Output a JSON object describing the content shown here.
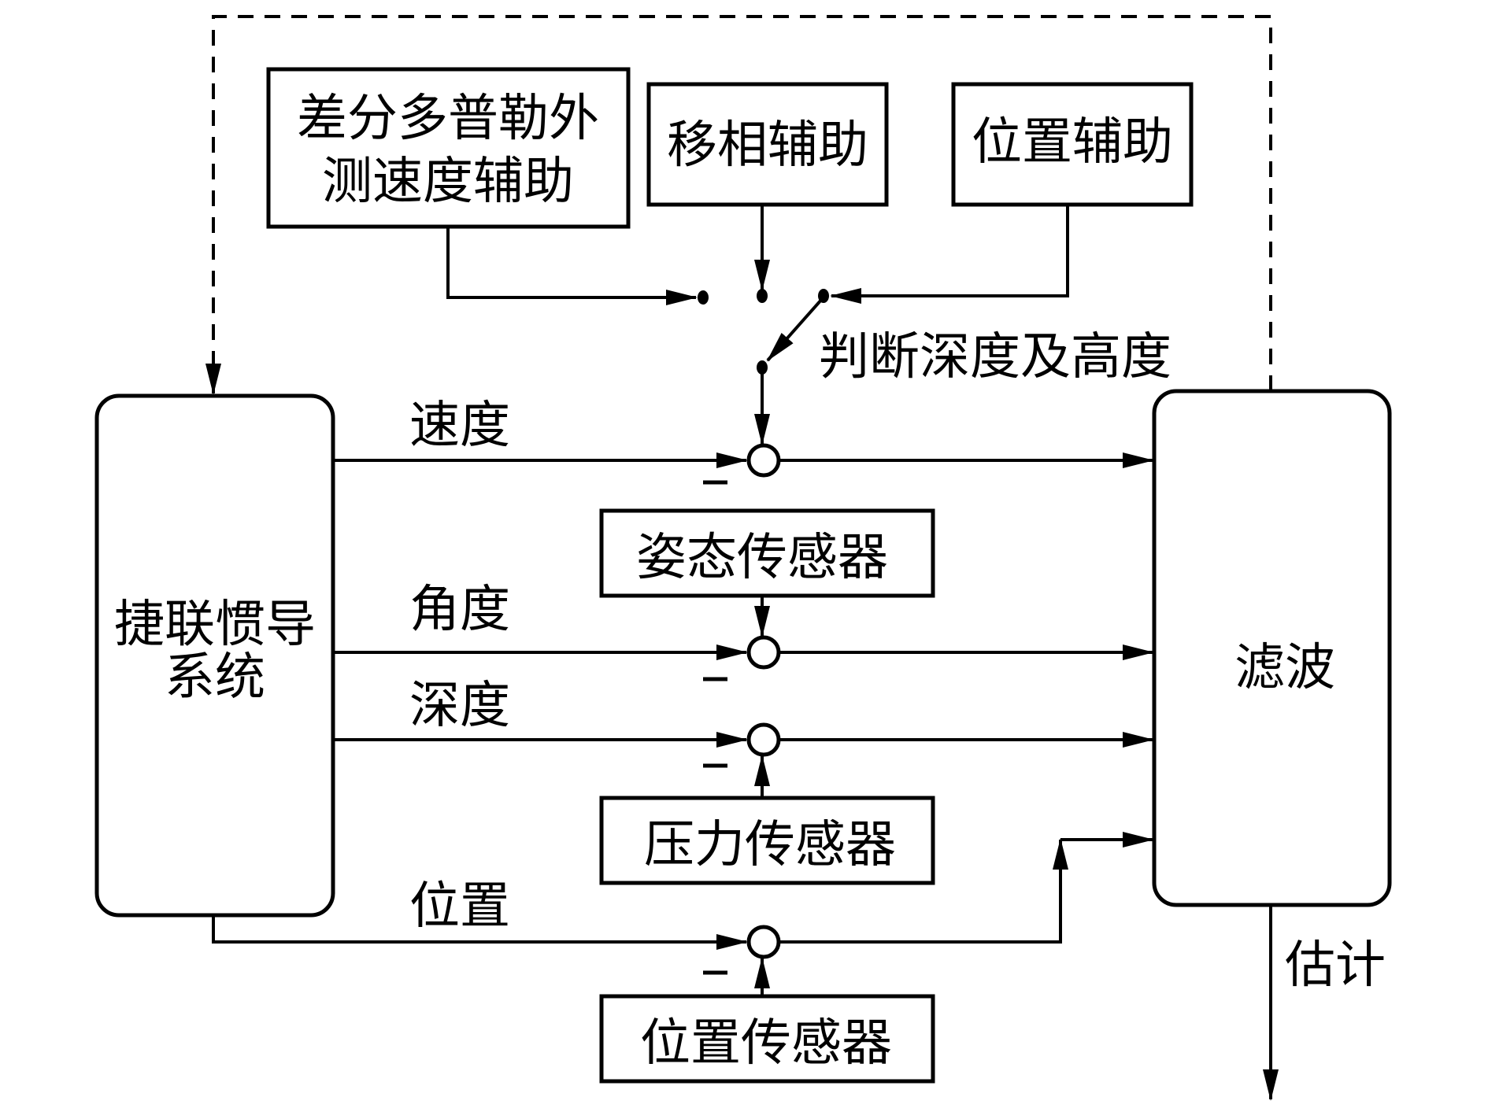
{
  "diagram": {
    "type": "block-diagram",
    "colors": {
      "line": "#000000",
      "background": "#ffffff"
    },
    "blocks": {
      "sins": {
        "label_lines": [
          "捷联惯导",
          "系统"
        ]
      },
      "filter": {
        "label": "滤波"
      },
      "doppler_aid": {
        "label_lines": [
          "差分多普勒外",
          "测速度辅助"
        ]
      },
      "phase_shift_aid": {
        "label": "移相辅助"
      },
      "position_aid": {
        "label": "位置辅助"
      },
      "attitude_sensor": {
        "label": "姿态传感器"
      },
      "pressure_sensor": {
        "label": "压力传感器"
      },
      "position_sensor": {
        "label": "位置传感器"
      }
    },
    "signals": {
      "velocity": "速度",
      "angle": "角度",
      "depth": "深度",
      "position": "位置"
    },
    "switch": {
      "label": "判断深度及高度"
    },
    "output": {
      "label": "估计"
    },
    "sum_nodes": [
      {
        "name": "velocity",
        "minus": "−"
      },
      {
        "name": "angle",
        "minus": "−"
      },
      {
        "name": "depth",
        "minus": "−"
      },
      {
        "name": "position",
        "minus": "−"
      }
    ]
  }
}
